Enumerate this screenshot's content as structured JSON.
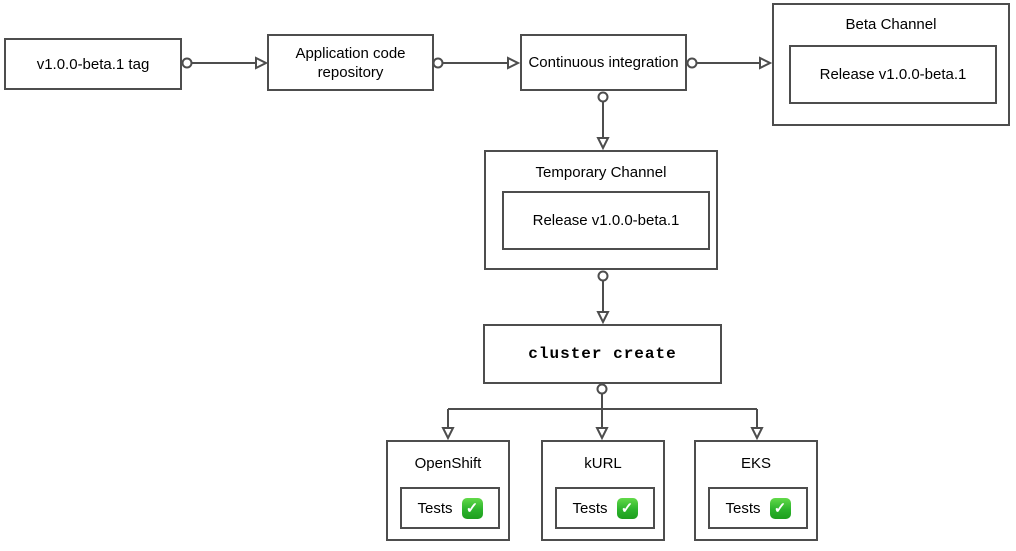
{
  "diagram": {
    "type": "flowchart",
    "nodes": {
      "tag": {
        "label": "v1.0.0-beta.1 tag"
      },
      "app_repo": {
        "label": "Application code repository"
      },
      "ci": {
        "label": "Continuous integration"
      },
      "beta_channel": {
        "title": "Beta Channel",
        "release": {
          "label": "Release v1.0.0-beta.1"
        }
      },
      "temp_channel": {
        "title": "Temporary Channel",
        "release": {
          "label": "Release v1.0.0-beta.1"
        }
      },
      "cluster_create": {
        "label": "cluster create"
      },
      "openshift": {
        "title": "OpenShift",
        "tests_label": "Tests",
        "check_glyph": "✓"
      },
      "kurl": {
        "title": "kURL",
        "tests_label": "Tests",
        "check_glyph": "✓"
      },
      "eks": {
        "title": "EKS",
        "tests_label": "Tests",
        "check_glyph": "✓"
      }
    },
    "edges": [
      "tag -> app_repo",
      "app_repo -> ci",
      "ci -> beta_channel",
      "ci -> temp_channel",
      "temp_channel -> cluster_create",
      "cluster_create -> openshift",
      "cluster_create -> kurl",
      "cluster_create -> eks"
    ],
    "colors": {
      "stroke": "#4d4d4d",
      "background": "#ffffff",
      "text": "#000000",
      "check_green": "#28b428"
    }
  }
}
